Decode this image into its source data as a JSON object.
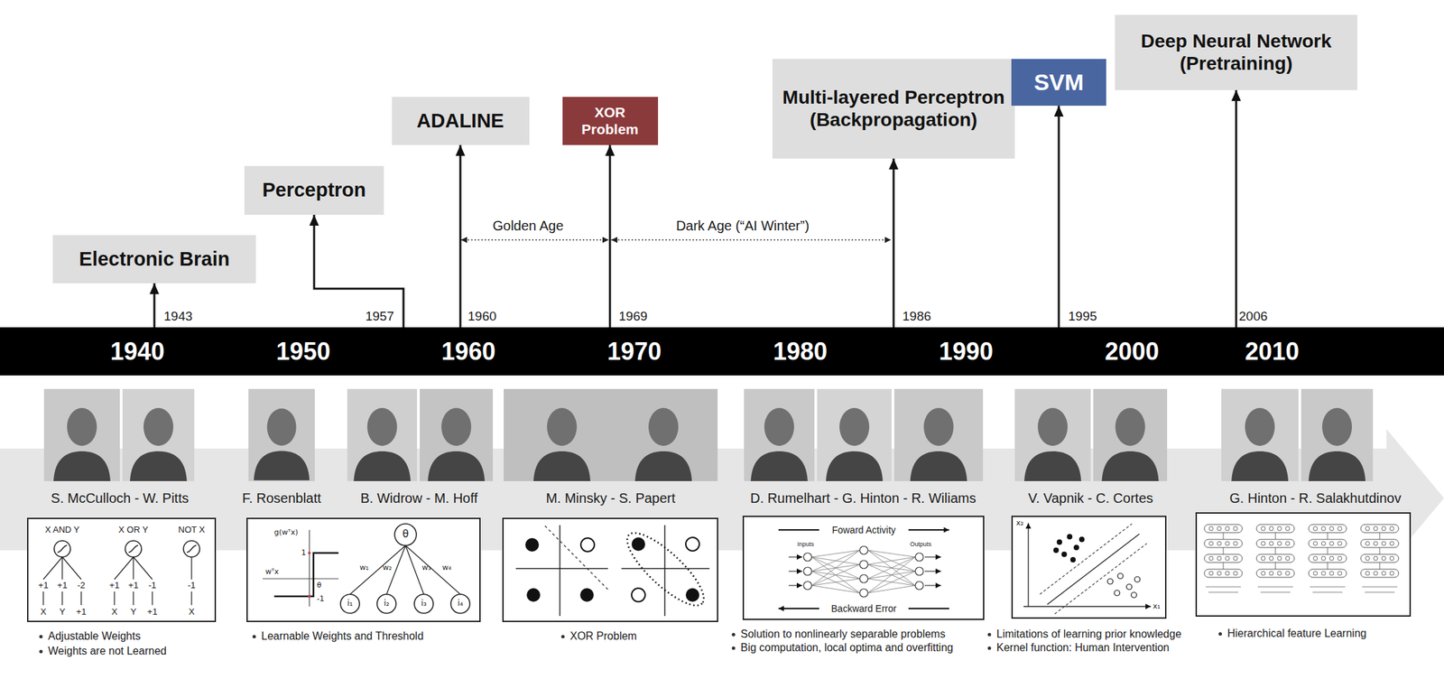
{
  "diagram": {
    "nodes": [
      {
        "text": [
          "Electronic Brain"
        ]
      },
      {
        "text": [
          "Perceptron"
        ]
      },
      {
        "text": [
          "ADALINE"
        ]
      },
      {
        "text": [
          "XOR Problem"
        ]
      },
      {
        "text": [
          "Multi-layered Perceptron (Backpropagation)"
        ]
      },
      {
        "text": [
          "SVM"
        ]
      },
      {
        "text": [
          "Deep Neural Network (Pretraining)"
        ]
      },
      {
        "text": [
          "1940",
          "1950",
          "1960",
          "1970",
          "1980",
          "1990",
          "2000",
          "2010"
        ]
      }
    ],
    "edges": [
      {
        "from": 7,
        "to": 0,
        "arrow": "to"
      },
      {
        "from": 7,
        "to": 1,
        "arrow": "to"
      },
      {
        "from": 7,
        "to": 2,
        "arrow": "to"
      },
      {
        "from": 7,
        "to": 3,
        "arrow": "to"
      },
      {
        "from": 7,
        "to": 4,
        "arrow": "to"
      },
      {
        "from": 7,
        "to": 5,
        "arrow": "to"
      },
      {
        "from": 7,
        "to": 6,
        "arrow": "to"
      }
    ],
    "labels": [
      "1943",
      "1957",
      "1960",
      "1969",
      "1986",
      "1995",
      "2006",
      "Golden Age",
      "Dark Age (“AI Winter”)",
      "S. McCulloch - W. Pitts",
      "F. Rosenblatt",
      "B. Widrow - M. Hoff",
      "M. Minsky - S. Papert",
      "D. Rumelhart - G. Hinton - R. Wiliams",
      "V. Vapnik - C. Cortes",
      "G. Hinton - R. Salakhutdinov",
      "X AND Y",
      "X OR Y",
      "NOT X",
      "+1",
      "+1",
      "-2",
      "+1",
      "+1",
      "-1",
      "-1",
      "X",
      "Y",
      "+1",
      "X",
      "Y",
      "+1",
      "X",
      "g(wᵀx)",
      "1",
      "-1",
      "wᵀx",
      "θ",
      "θ",
      "w₁",
      "w₂",
      "w₃",
      "w₄",
      "i₁",
      "i₂",
      "i₃",
      "i₄",
      "Foward Activity",
      "Inputs",
      "Outputs",
      "Backward Error",
      "x₂",
      "x₁",
      "Adjustable Weights",
      "Weights are not Learned",
      "Learnable Weights and Threshold",
      "XOR Problem",
      "Solution to nonlinearly separable problems",
      "Big computation, local optima and overfitting",
      "Limitations of learning prior knowledge",
      "Kernel function: Human Intervention",
      "Hierarchical feature Learning"
    ]
  }
}
